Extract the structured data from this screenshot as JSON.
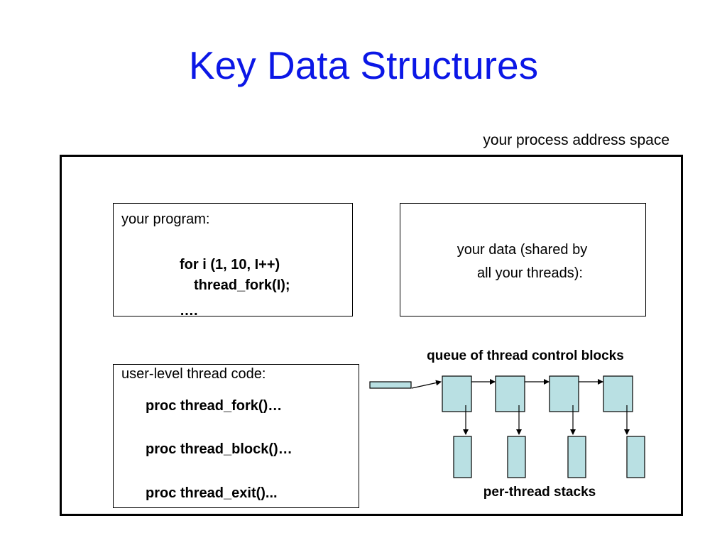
{
  "title": "Key Data Structures",
  "address_space": {
    "label": "your process address space"
  },
  "program": {
    "heading": "your program:",
    "code": [
      "for i (1, 10, I++)",
      "thread_fork(I);",
      "…."
    ]
  },
  "data": {
    "line1": "your data (shared by",
    "line2": "all your threads):"
  },
  "thread_code": {
    "heading": "user-level thread code:",
    "procs": [
      "proc thread_fork()…",
      "proc thread_block()…",
      "proc thread_exit()..."
    ]
  },
  "queue": {
    "label": "queue of thread control blocks",
    "count": 4
  },
  "stacks": {
    "label": "per-thread stacks",
    "count": 4
  },
  "colors": {
    "title": "#0b17e6",
    "block_fill": "#b9e0e3"
  }
}
